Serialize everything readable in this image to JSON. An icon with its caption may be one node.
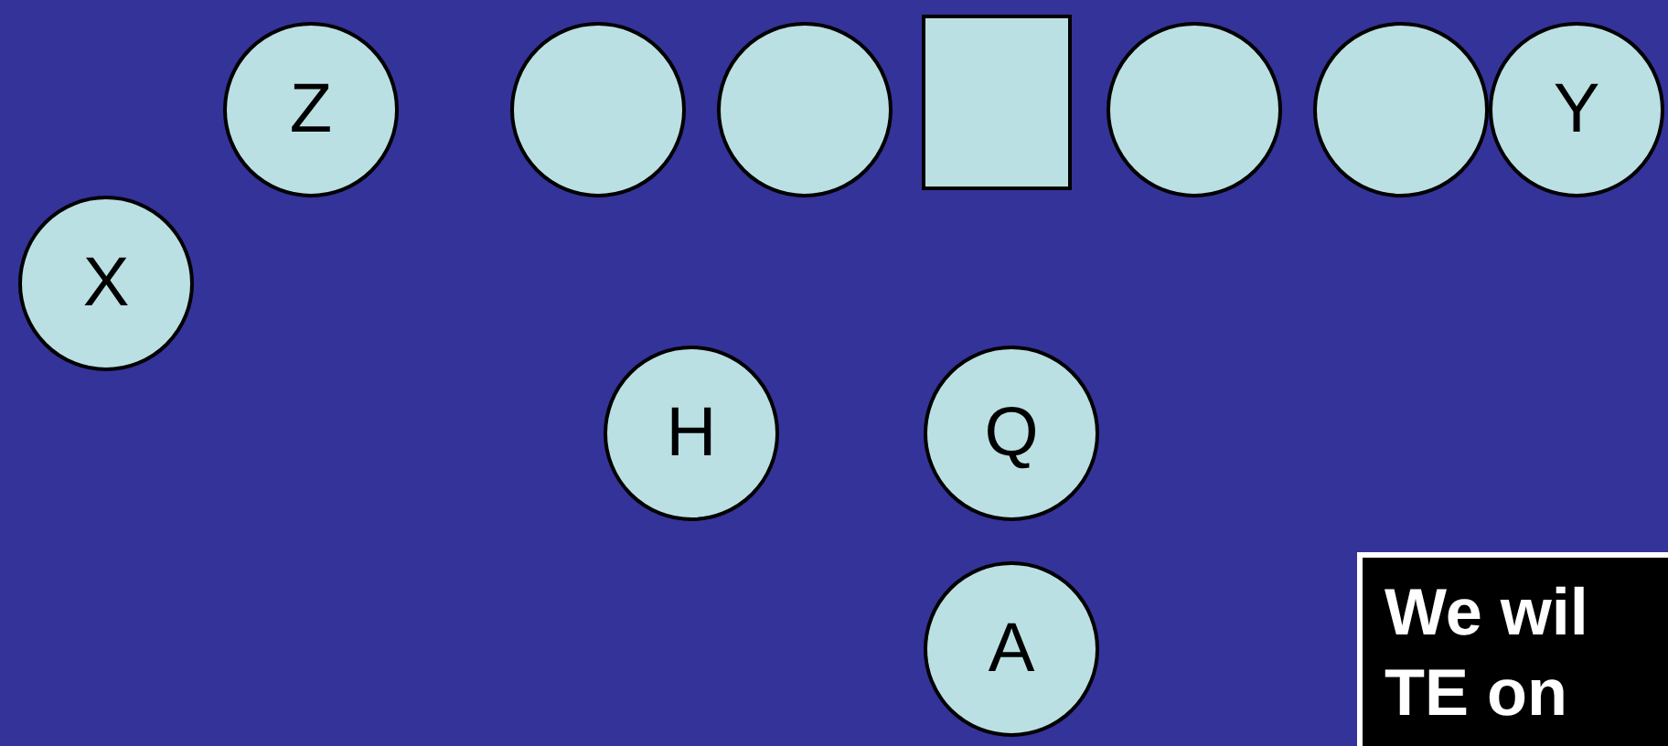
{
  "diagram": {
    "nodes": [
      {
        "text": [
          "Z"
        ]
      },
      {
        "text": [],
        "shape": "circle"
      },
      {
        "text": [],
        "shape": "circle"
      },
      {
        "text": [],
        "shape": "box"
      },
      {
        "text": [],
        "shape": "circle"
      },
      {
        "text": [],
        "shape": "circle"
      },
      {
        "text": [
          "Y"
        ]
      },
      {
        "text": [
          "X"
        ]
      },
      {
        "text": [
          "H"
        ]
      },
      {
        "text": [
          "Q"
        ]
      },
      {
        "text": [
          "A"
        ]
      }
    ],
    "labels": [
      "We wil TE on"
    ]
  }
}
